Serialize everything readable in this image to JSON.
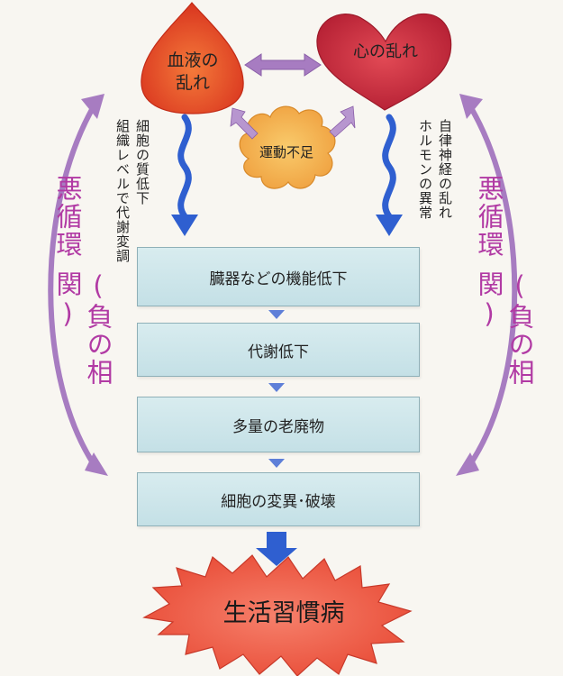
{
  "shapes": {
    "blood": "血液の\n乱れ",
    "heart": "心の乱れ",
    "exercise": "運動不足"
  },
  "side_labels": {
    "left_cell": [
      "細胞の質低下",
      "組織レベルで代謝変調"
    ],
    "right_nerve": [
      "自律神経の乱れ",
      "ホルモンの異常"
    ]
  },
  "cycle_labels": {
    "left": [
      "悪循環",
      "(負の相関)"
    ],
    "right": [
      "悪循環",
      "(負の相関)"
    ]
  },
  "flow_steps": [
    "臓器などの機能低下",
    "代謝低下",
    "多量の老廃物",
    "細胞の変異･破壊"
  ],
  "result": "生活習慣病",
  "colors": {
    "blood": "#e94b2c",
    "heart": "#c8273a",
    "exercise": "#f3b552",
    "purple_arrow": "#a77cc1",
    "blue_arrow": "#2f5fd0",
    "burst": "#ef5f4a",
    "box": "#cfe6eb"
  }
}
